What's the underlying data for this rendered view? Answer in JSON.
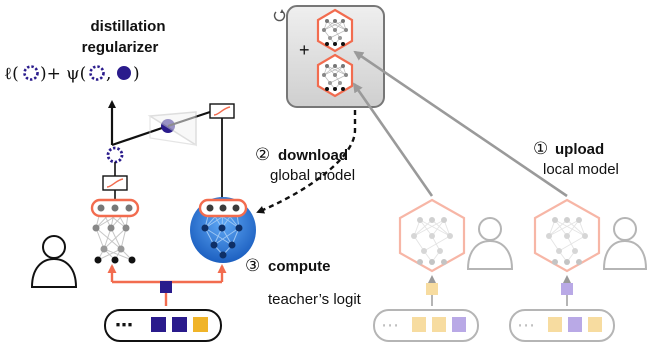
{
  "regularizer": {
    "title_line1": "distillation",
    "title_line2": "regularizer",
    "formula_l": "ℓ(",
    "formula_plus": ")+ ψ(",
    "formula_comma": ",",
    "formula_close": ")"
  },
  "steps": {
    "download": {
      "num": "②",
      "word": "download",
      "sub": "global model"
    },
    "upload": {
      "num": "①",
      "word": "upload",
      "sub": "local model"
    },
    "compute": {
      "num": "③",
      "word": "compute",
      "sub": "teacher’s logit"
    }
  },
  "server": {
    "plus": "+"
  },
  "input_strip": {
    "dots": "⋯"
  },
  "colors": {
    "accent_orange": "#f26c4f",
    "purple_dark": "#2a1b8c",
    "gold": "#f0b429",
    "teacher_blue": "#2f7fe0",
    "faded_orange": "#f7b6a6",
    "faded_gold": "#f7dca0",
    "faded_purple": "#b9a9e6",
    "server_gray": "#d8d8d8",
    "arrow_gray": "#9a9a9a"
  }
}
